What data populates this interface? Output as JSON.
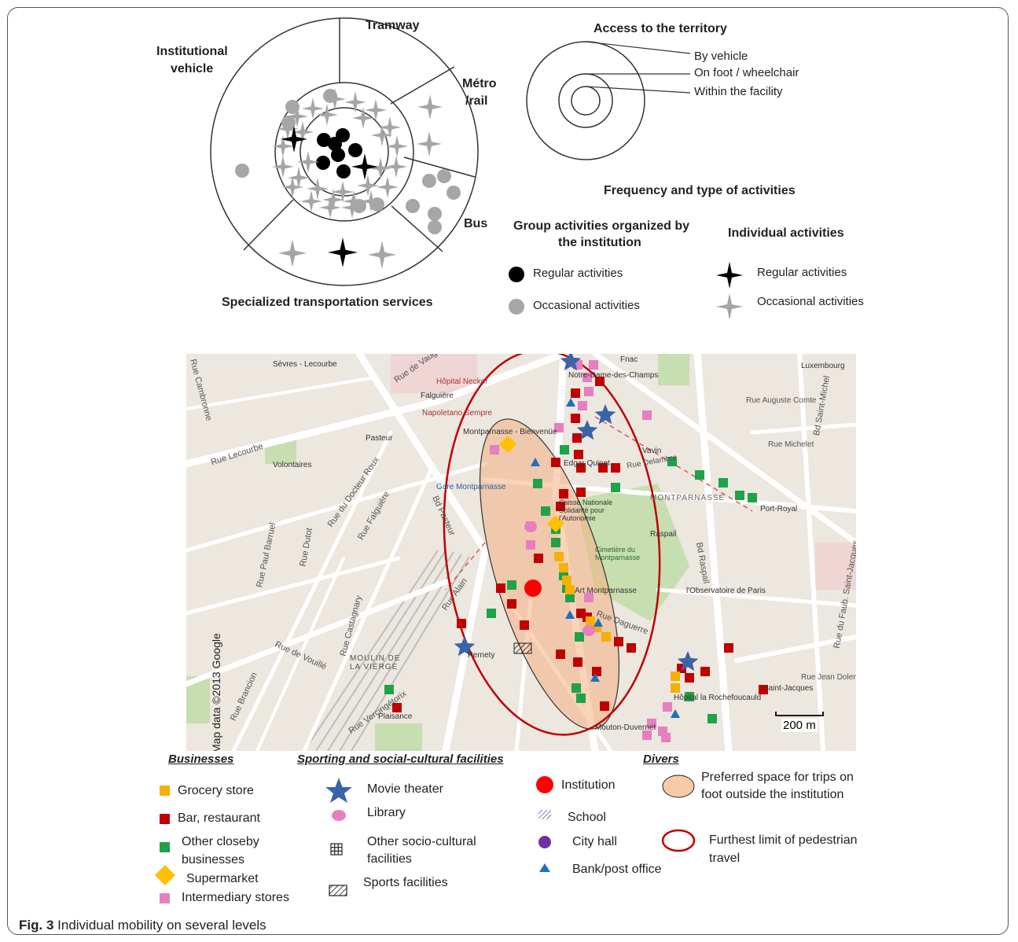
{
  "diagram": {
    "sectors": {
      "tramway": "Tramway",
      "institutional_vehicle_1": "Institutional",
      "institutional_vehicle_2": "vehicle",
      "metro_1": "Métro",
      "metro_2": "/rail",
      "bus": "Bus",
      "specialized": "Specialized transportation services"
    },
    "access": {
      "title": "Access to the territory",
      "by_vehicle": "By vehicle",
      "on_foot": "On foot / wheelchair",
      "within": "Within the facility"
    },
    "frequency": {
      "title": "Frequency and type of activities",
      "group_title_1": "Group activities organized by",
      "group_title_2": "the institution",
      "individual_title": "Individual activities",
      "group_regular": "Regular activities",
      "group_occasional": "Occasional activities",
      "individual_regular": "Regular activities",
      "individual_occasional": "Occasional activities"
    },
    "colors": {
      "black": "#000000",
      "grey": "#a6a6a6"
    }
  },
  "map": {
    "copyright": "Map data ©2013 Google",
    "scale": "200 m",
    "places": {
      "sevres": "Sèvres - Lecourbe",
      "hopital": "Hôpital Necker",
      "falguiere": "Falguière",
      "napoletano": "Napoletano Sempre",
      "pasteur": "Pasteur",
      "montparnasse_b": "Montparnasse - Bienvenüe",
      "volontaires": "Volontaires",
      "gare": "Gare Montparnasse",
      "edgar": "Edgar Quinet",
      "vavin": "Vavin",
      "montparnasse": "MONTPARNASSE",
      "port_royal": "Port-Royal",
      "raspail": "Raspail",
      "cimetiere": "Cimetière du Montparnasse",
      "caisse": "Caisse Nationale Solidarité pour l'Autonomie",
      "art": "Art Montparnasse",
      "observatoire": "l'Observatoire de Paris",
      "moulin": "MOULIN DE LA VIÈRGE",
      "pernety": "Pernety",
      "plaisance": "Plaisance",
      "mouton": "Mouton-Duvernet",
      "st_jacques": "Saint-Jacques",
      "rochefoucauld": "Hôpital la Rochefoucauld",
      "luxembourg": "Luxembourg",
      "fnac": "Fnac",
      "notre_dame": "Notre-Dame-des-Champs",
      "rue_lecourbe": "Rue Lecourbe",
      "rue_vaugirard": "Rue de Vaugirard",
      "bd_pasteur": "Bd Pasteur",
      "bd_raspail": "Bd Raspail",
      "rue_vouille": "Rue de Vouillé",
      "rue_castagnary": "Rue Castagnary",
      "rue_brancion": "Rue Brancion",
      "rue_docteur": "Rue du Docteur Roux",
      "rue_falguiere": "Rue Falguière",
      "rue_dutot": "Rue Dutot",
      "rue_vercingetorix": "Rue Vercingétorix",
      "rue_alain": "Rue Alain",
      "rue_daguerre": "Rue Daguerre",
      "rue_delambre": "Rue Delambre",
      "rue_michelet": "Rue Michelet",
      "bd_st_michel": "Bd Saint-Michel",
      "rue_auguste": "Rue Auguste Comte",
      "rue_faub": "Rue du Faub. Saint-Jacques",
      "rue_cambronne": "Rue Cambronne",
      "rue_paul_barruel": "Rue Paul Barruel",
      "rue_jean_dolent": "Rue Jean Dolent"
    }
  },
  "legend": {
    "businesses_title": "Businesses",
    "facilities_title": "Sporting and social-cultural facilities",
    "divers_title": "Divers",
    "grocery": "Grocery store",
    "bar": "Bar, restaurant",
    "other_1": "Other closeby",
    "other_2": "businesses",
    "supermarket": "Supermarket",
    "intermediary": "Intermediary stores",
    "movie": "Movie theater",
    "library": "Library",
    "other_socio_1": "Other socio-cultural",
    "other_socio_2": "facilities",
    "sports": "Sports facilities",
    "institution": "Institution",
    "school": "School",
    "city_hall": "City hall",
    "bank": "Bank/post office",
    "preferred_1": "Preferred space for trips on",
    "preferred_2": "foot outside the institution",
    "furthest_1": "Furthest limit of pedestrian",
    "furthest_2": "travel",
    "colors": {
      "grocery": "#f5b000",
      "bar": "#c00000",
      "other": "#1fa24a",
      "supermarket": "#ffc000",
      "intermediary": "#e77ec2",
      "movie": "#3a64a8",
      "library": "#e77ec2",
      "institution": "#ff0000",
      "city_hall": "#7030a0",
      "bank": "#1f6fc0",
      "preferred": "#f8cba8",
      "furthest": "#c00000"
    }
  },
  "caption": {
    "label": "Fig. 3",
    "text": "Individual mobility on several levels"
  }
}
